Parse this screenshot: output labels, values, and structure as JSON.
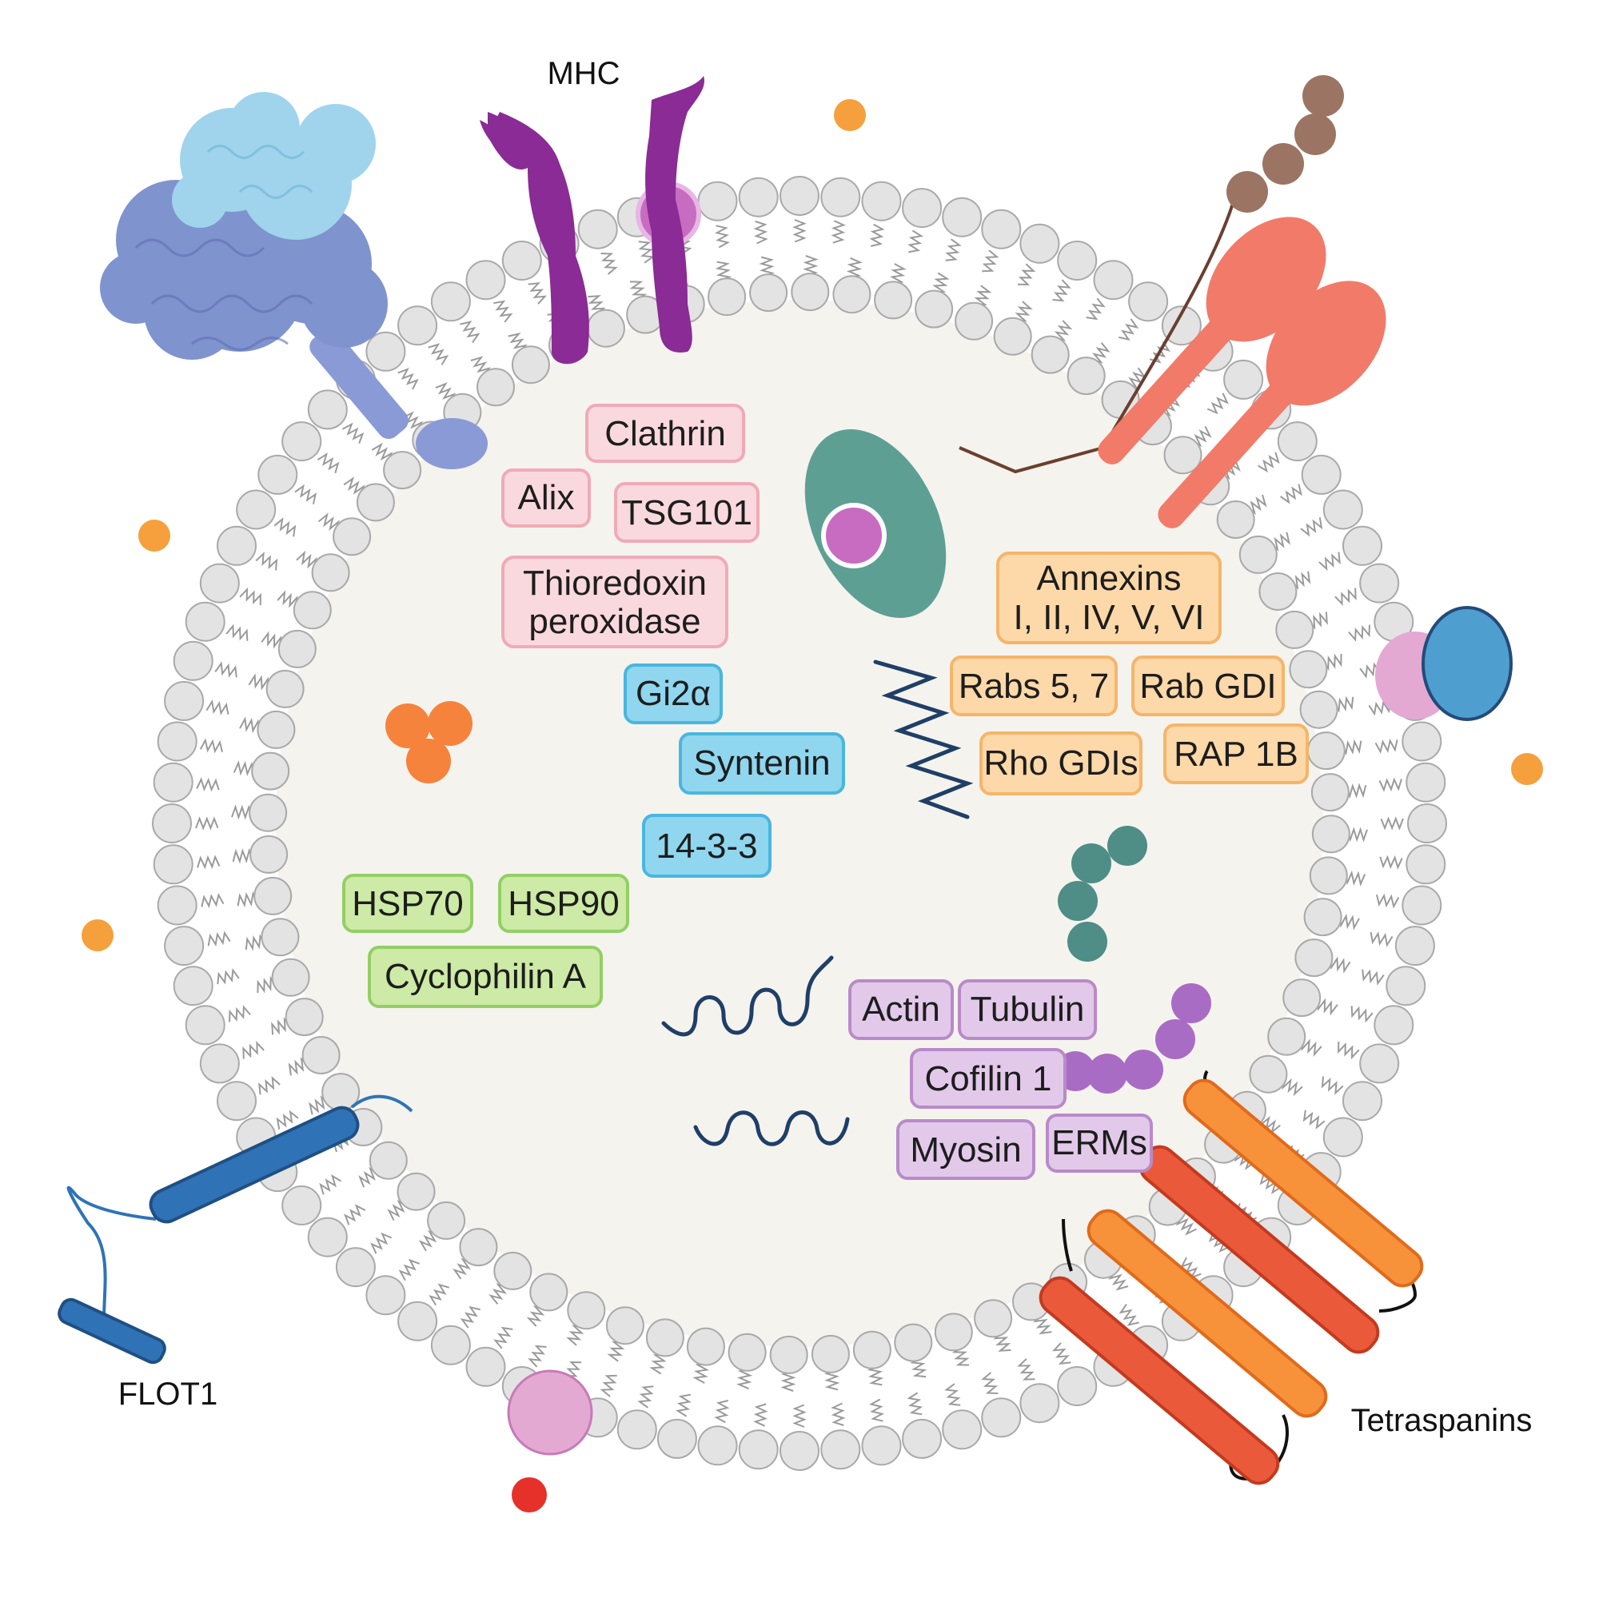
{
  "labels": {
    "mhc": "MHC",
    "flot1": "FLOT1",
    "tetraspanins": "Tetraspanins"
  },
  "tags": {
    "clathrin": "Clathrin",
    "alix": "Alix",
    "tsg101": "TSG101",
    "thioredoxin_l1": "Thioredoxin",
    "thioredoxin_l2": "peroxidase",
    "gi2a": "Gi2α",
    "syntenin": "Syntenin",
    "p1433": "14-3-3",
    "hsp70": "HSP70",
    "hsp90": "HSP90",
    "cyclophilin": "Cyclophilin A",
    "annexins_l1": "Annexins",
    "annexins_l2": "I, II, IV, V, VI",
    "rabs": "Rabs 5, 7",
    "rabgdi": "Rab GDI",
    "rhogdis": "Rho GDIs",
    "rap1b": "RAP 1B",
    "actin": "Actin",
    "tubulin": "Tubulin",
    "cofilin": "Cofilin 1",
    "myosin": "Myosin",
    "erms": "ERMs"
  },
  "colors": {
    "pink_fill": "#fad9de",
    "pink_stroke": "#f0aab6",
    "blue_fill": "#8fd6ee",
    "blue_stroke": "#49b6df",
    "green_fill": "#cdeaa6",
    "green_stroke": "#93cf64",
    "orange_fill": "#fdd8a8",
    "orange_stroke": "#f5b56a",
    "purple_fill": "#e2c9ea",
    "purple_stroke": "#b98ac8",
    "membrane_head": "#e3e3e3",
    "membrane_edge": "#a9a9a9",
    "lumen": "#f5f3ee",
    "mhc": "#8a2b96",
    "flot1": "#2f73b6",
    "tetraspanin_red": "#ea5a3a",
    "tetraspanin_orange": "#f7923a"
  }
}
